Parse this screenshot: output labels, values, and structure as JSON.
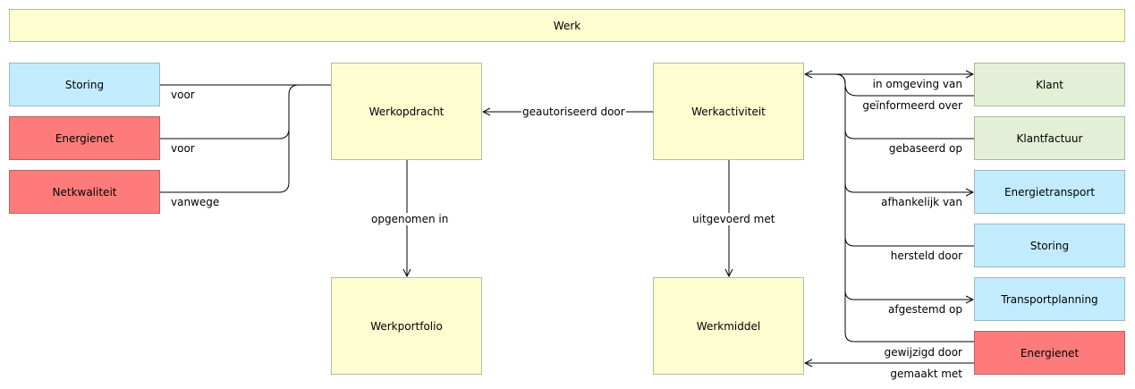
{
  "group": {
    "title": "Werk"
  },
  "nodes": {
    "storing_left": "Storing",
    "energienet_left": "Energienet",
    "netkwaliteit": "Netkwaliteit",
    "werkopdracht": "Werkopdracht",
    "werkactiviteit": "Werkactiviteit",
    "werkportfolio": "Werkportfolio",
    "werkmiddel": "Werkmiddel",
    "klant": "Klant",
    "klantfactuur": "Klantfactuur",
    "energietransport": "Energietransport",
    "storing_right": "Storing",
    "transportplanning": "Transportplanning",
    "energienet_right": "Energienet"
  },
  "relations": {
    "voor_storing": "voor",
    "voor_energienet": "voor",
    "vanwege": "vanwege",
    "geautoriseerd_door": "geautoriseerd door",
    "opgenomen_in": "opgenomen in",
    "uitgevoerd_met": "uitgevoerd met",
    "in_omgeving_van": "in omgeving van",
    "geinformeerd_over": "geïnformeerd over",
    "gebaseerd_op": "gebaseerd op",
    "afhankelijk_van": "afhankelijk van",
    "hersteld_door": "hersteld door",
    "afgestemd_op": "afgestemd op",
    "gewijzigd_door": "gewijzigd door",
    "gemaakt_met": "gemaakt met"
  },
  "colors": {
    "werk_element": "#fdfdcf",
    "blue_element": "#c2ecfd",
    "red_element": "#fe7b7b",
    "green_element": "#e3efd6",
    "group_background": "#fdfdcf"
  }
}
